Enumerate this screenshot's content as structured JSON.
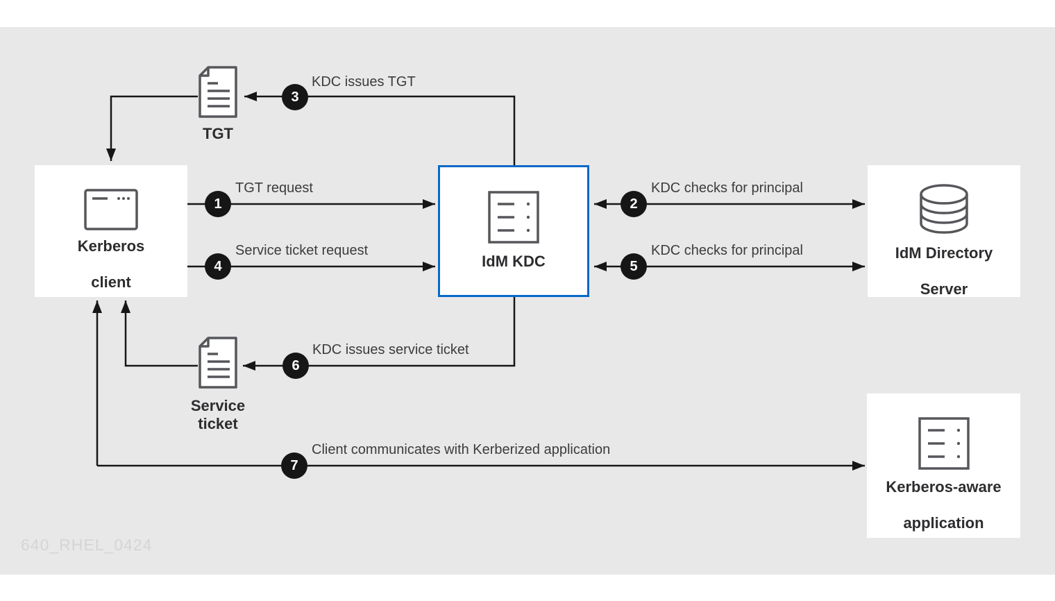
{
  "watermark": "640_RHEL_0424",
  "colors": {
    "canvas_background": "#e8e8e8",
    "page_background": "#ffffff",
    "node_background": "#ffffff",
    "kdc_accent_border": "#0669c9",
    "connector_line": "#161616",
    "badge_background": "#161616",
    "badge_text": "#ffffff",
    "flow_label_text": "#3c3c3e",
    "node_label_text": "#2d2d30",
    "icon_stroke": "#56575a",
    "watermark_text": "#d5d5d8"
  },
  "nodes": {
    "kerberos_client": {
      "label_line1": "Kerberos",
      "label_line2": "client",
      "icon": "browser-window-icon"
    },
    "idm_kdc": {
      "label": "IdM KDC",
      "icon": "list-server-icon"
    },
    "idm_directory_server": {
      "label_line1": "IdM Directory",
      "label_line2": "Server",
      "icon": "database-icon"
    },
    "kerberos_aware_application": {
      "label_line1": "Kerberos-aware",
      "label_line2": "application",
      "icon": "list-application-icon"
    },
    "tgt_document": {
      "label": "TGT",
      "icon": "document-icon"
    },
    "service_ticket_document": {
      "label_line1": "Service",
      "label_line2": "ticket",
      "icon": "document-icon"
    }
  },
  "flows": [
    {
      "step": "1",
      "label": "TGT request"
    },
    {
      "step": "2",
      "label": "KDC checks for principal"
    },
    {
      "step": "3",
      "label": "KDC issues TGT"
    },
    {
      "step": "4",
      "label": "Service ticket request"
    },
    {
      "step": "5",
      "label": "KDC checks for principal"
    },
    {
      "step": "6",
      "label": "KDC issues service ticket"
    },
    {
      "step": "7",
      "label": "Client communicates with Kerberized application"
    }
  ]
}
